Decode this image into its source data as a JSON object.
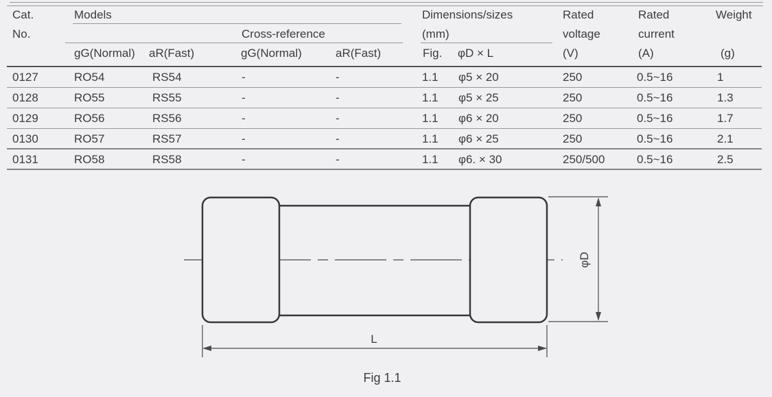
{
  "page": {
    "background_color": "#f0f0f2",
    "ink_color": "#3c3c3e",
    "rule_color": "#98989c",
    "dark_rule_color": "#515155"
  },
  "table": {
    "header": {
      "cat_line1": "Cat.",
      "cat_line2": "No.",
      "models": "Models",
      "cross_reference": "Cross-reference",
      "dimensions_line1": "Dimensions/sizes",
      "dimensions_line2": "(mm)",
      "rated_voltage_line1": "Rated",
      "rated_voltage_line2": "voltage",
      "rated_voltage_unit": "(V)",
      "rated_current_line1": "Rated",
      "rated_current_line2": "current",
      "rated_current_unit": "(A)",
      "weight": "Weight",
      "weight_unit": "(g)"
    },
    "subheaders": [
      "gG(Normal)",
      "aR(Fast)",
      "gG(Normal)",
      "aR(Fast)",
      "Fig.",
      "φD × L"
    ],
    "rows": [
      [
        "0127",
        "RO54",
        "RS54",
        "-",
        "-",
        "1.1",
        "φ5 × 20",
        "250",
        "0.5~16",
        "1"
      ],
      [
        "0128",
        "RO55",
        "RS55",
        "-",
        "-",
        "1.1",
        "φ5 × 25",
        "250",
        "0.5~16",
        "1.3"
      ],
      [
        "0129",
        "RO56",
        "RS56",
        "-",
        "-",
        "1.1",
        "φ6 × 20",
        "250",
        "0.5~16",
        "1.7"
      ],
      [
        "0130",
        "RO57",
        "RS57",
        "-",
        "-",
        "1.1",
        "φ6 × 25",
        "250",
        "0.5~16",
        "2.1"
      ],
      [
        "0131",
        "RO58",
        "RS58",
        "-",
        "-",
        "1.1",
        "φ6. × 30",
        "250/500",
        "0.5~16",
        "2.5"
      ]
    ]
  },
  "figure": {
    "diameter_label": "φD",
    "length_label": "L",
    "caption": "Fig 1.1"
  }
}
